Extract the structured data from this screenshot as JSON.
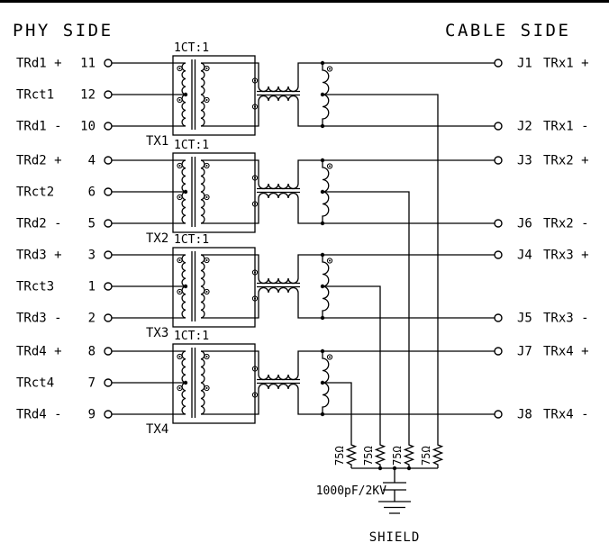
{
  "headers": {
    "phy_side": "PHY SIDE",
    "cable_side": "CABLE SIDE"
  },
  "channels": [
    {
      "tx": "TX1",
      "ratio": "1CT:1",
      "pins": [
        {
          "name": "TRd1 +",
          "num": "11"
        },
        {
          "name": "TRct1",
          "num": "12"
        },
        {
          "name": "TRd1 -",
          "num": "10"
        }
      ],
      "jacks": [
        {
          "id": "J1",
          "name": "TRx1 +"
        },
        {
          "id": "J2",
          "name": "TRx1 -"
        }
      ]
    },
    {
      "tx": "TX2",
      "ratio": "1CT:1",
      "pins": [
        {
          "name": "TRd2 +",
          "num": "4"
        },
        {
          "name": "TRct2",
          "num": "6"
        },
        {
          "name": "TRd2 -",
          "num": "5"
        }
      ],
      "jacks": [
        {
          "id": "J3",
          "name": "TRx2 +"
        },
        {
          "id": "J6",
          "name": "TRx2 -"
        }
      ]
    },
    {
      "tx": "TX3",
      "ratio": "1CT:1",
      "pins": [
        {
          "name": "TRd3 +",
          "num": "3"
        },
        {
          "name": "TRct3",
          "num": "1"
        },
        {
          "name": "TRd3 -",
          "num": "2"
        }
      ],
      "jacks": [
        {
          "id": "J4",
          "name": "TRx3 +"
        },
        {
          "id": "J5",
          "name": "TRx3 -"
        }
      ]
    },
    {
      "tx": "TX4",
      "ratio": "1CT:1",
      "pins": [
        {
          "name": "TRd4 +",
          "num": "8"
        },
        {
          "name": "TRct4",
          "num": "7"
        },
        {
          "name": "TRd4 -",
          "num": "9"
        }
      ],
      "jacks": [
        {
          "id": "J7",
          "name": "TRx4 +"
        },
        {
          "id": "J8",
          "name": "TRx4 -"
        }
      ]
    }
  ],
  "termination": {
    "resistors": [
      "75Ω",
      "75Ω",
      "75Ω",
      "75Ω"
    ],
    "capacitor": "1000pF/2KV",
    "ground_label": "SHIELD"
  },
  "colors": {
    "ink": "#000000",
    "background": "#ffffff"
  }
}
